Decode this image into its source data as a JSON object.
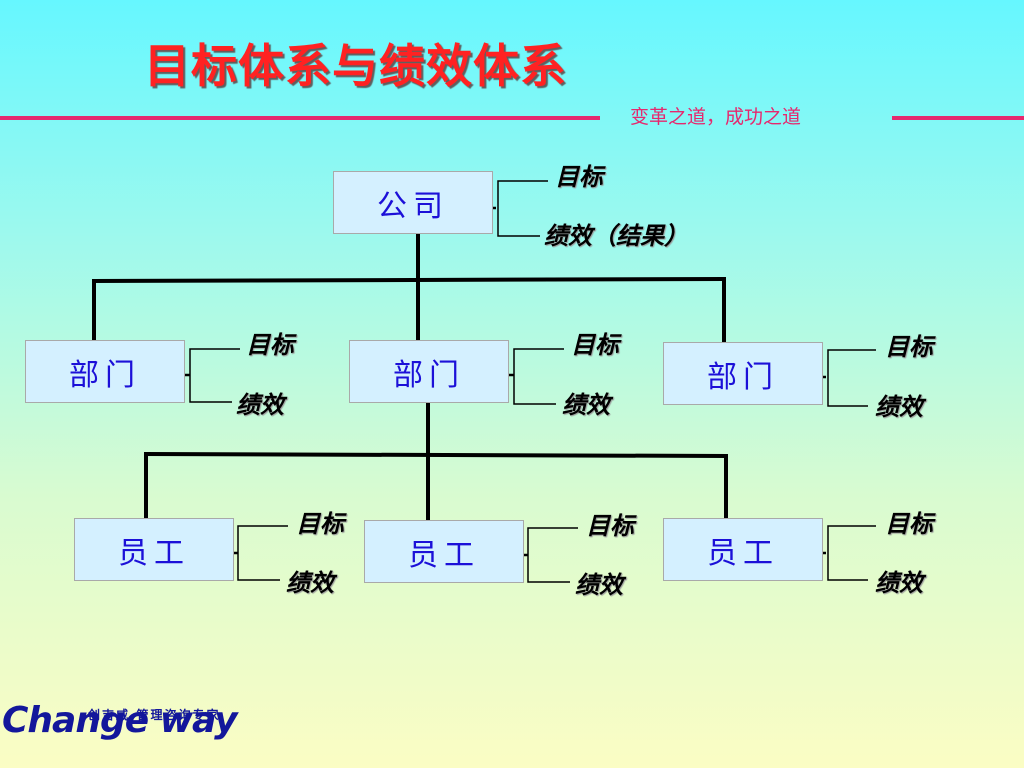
{
  "title": "目标体系与绩效体系",
  "slogan": "变革之道，成功之道",
  "company": {
    "label": "公司",
    "target": "目标",
    "performance": "绩效（结果）"
  },
  "departments": [
    {
      "label": "部门",
      "target": "目标",
      "performance": "绩效"
    },
    {
      "label": "部门",
      "target": "目标",
      "performance": "绩效"
    },
    {
      "label": "部门",
      "target": "目标",
      "performance": "绩效"
    }
  ],
  "employees": [
    {
      "label": "员工",
      "target": "目标",
      "performance": "绩效"
    },
    {
      "label": "员工",
      "target": "目标",
      "performance": "绩效"
    },
    {
      "label": "员工",
      "target": "目标",
      "performance": "绩效"
    }
  ],
  "logo": {
    "brand": "Change way",
    "tagline": "创吉威.管理咨询专家"
  },
  "colors": {
    "title": "#ff2222",
    "accent": "#e6286e",
    "box_text": "#1c10d8",
    "box_bg": "#d4f0ff",
    "logo": "#13179b"
  }
}
